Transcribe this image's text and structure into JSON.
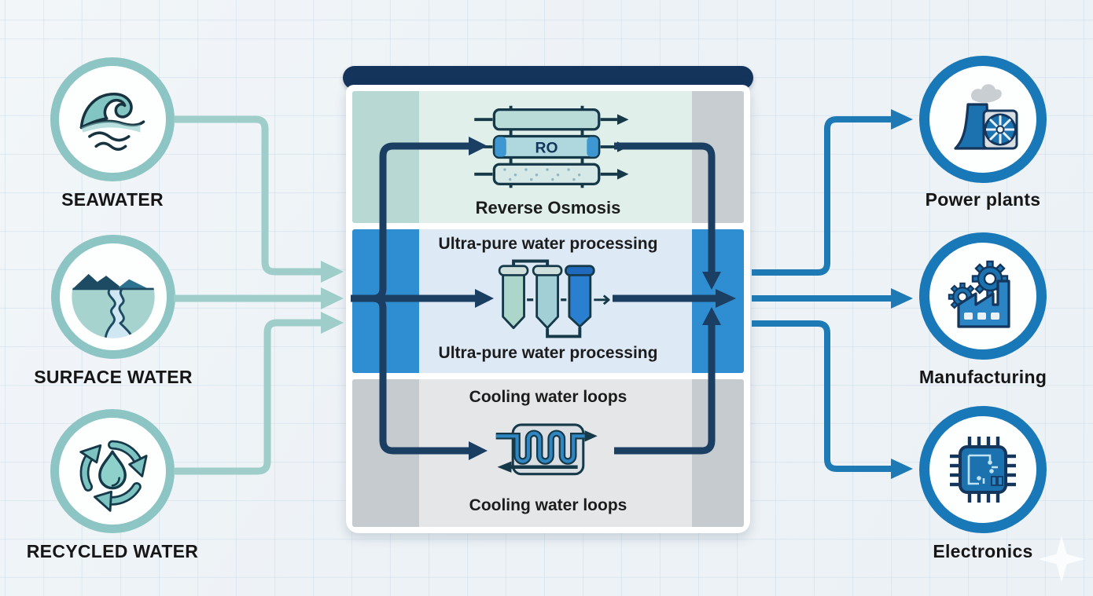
{
  "diagram": {
    "sources": [
      {
        "id": "seawater",
        "label": "SEAWATER",
        "icon": "wave-icon"
      },
      {
        "id": "surface-water",
        "label": "SURFACE WATER",
        "icon": "river-icon"
      },
      {
        "id": "recycled-water",
        "label": "RECYCLED WATER",
        "icon": "recycle-drop-icon"
      }
    ],
    "process": {
      "sections": [
        {
          "id": "reverse-osmosis",
          "label_below": "Reverse Osmosis",
          "chip_label": "RO",
          "icon": "ro-membrane-icon"
        },
        {
          "id": "ultra-pure-water",
          "label_above": "Ultra-pure water processing",
          "label_below": "Ultra-pure water processing",
          "icon": "purification-columns-icon"
        },
        {
          "id": "cooling-loops",
          "label_above": "Cooling water loops",
          "label_below": "Cooling water loops",
          "icon": "heat-exchanger-icon"
        }
      ]
    },
    "destinations": [
      {
        "id": "power-plants",
        "label": "Power plants",
        "icon": "power-plant-icon"
      },
      {
        "id": "manufacturing",
        "label": "Manufacturing",
        "icon": "factory-gears-icon"
      },
      {
        "id": "electronics",
        "label": "Electronics",
        "icon": "microchip-icon"
      }
    ]
  },
  "colors": {
    "background": "#edf2f6",
    "teal_line": "#9ecdca",
    "teal_ring": "#8cc5c3",
    "navy_line": "#1b3e63",
    "header_bar": "#14345c",
    "blue_line": "#1d7ab5",
    "blue_ring": "#1878b8",
    "section_ro_bg": "#e0efe9",
    "section_ro_stripe": "#b8d9d3",
    "section_ultrapure_bg": "#dde9f5",
    "section_ultrapure_stripe": "#2f8ed1",
    "section_cooling_bg": "#e4e6e8",
    "section_cooling_stripe": "#c6cbcf"
  }
}
